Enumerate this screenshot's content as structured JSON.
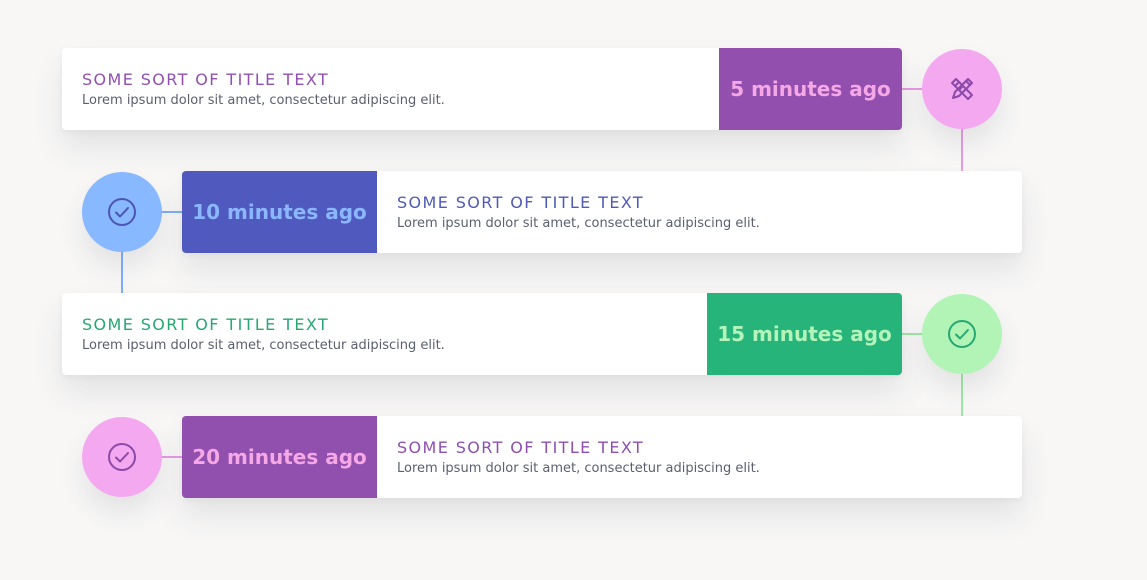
{
  "timeline": {
    "items": [
      {
        "title": "SOME SORT OF TITLE TEXT",
        "description": "Lorem ipsum dolor sit amet, consectetur adipiscing elit.",
        "time": "5 minutes ago",
        "icon": "pencil-ruler-icon",
        "title_color": "#9150b0",
        "time_bg": "#924fae",
        "time_color": "#f6a8e6",
        "circle_bg": "#f4a8ef",
        "icon_color": "#8a4aa9",
        "line_color": "#e79be2"
      },
      {
        "title": "SOME SORT OF TITLE TEXT",
        "description": "Lorem ipsum dolor sit amet, consectetur adipiscing elit.",
        "time": "10 minutes ago",
        "icon": "check-circle-icon",
        "title_color": "#4f5bb5",
        "time_bg": "#5059bd",
        "time_color": "#8ab7ff",
        "circle_bg": "#88b8ff",
        "icon_color": "#4c55b3",
        "line_color": "#7dafff"
      },
      {
        "title": "SOME SORT OF TITLE TEXT",
        "description": "Lorem ipsum dolor sit amet, consectetur adipiscing elit.",
        "time": "15 minutes ago",
        "icon": "check-circle-icon",
        "title_color": "#25a872",
        "time_bg": "#27b47a",
        "time_color": "#b4f4ba",
        "circle_bg": "#b2f3b6",
        "icon_color": "#27a873",
        "line_color": "#9fe7a6"
      },
      {
        "title": "SOME SORT OF TITLE TEXT",
        "description": "Lorem ipsum dolor sit amet, consectetur adipiscing elit.",
        "time": "20 minutes ago",
        "icon": "check-circle-icon",
        "title_color": "#8e4fae",
        "time_bg": "#914fae",
        "time_color": "#f6a8e6",
        "circle_bg": "#f4a8ef",
        "icon_color": "#8a4aa9",
        "line_color": "#e79be2"
      }
    ]
  }
}
